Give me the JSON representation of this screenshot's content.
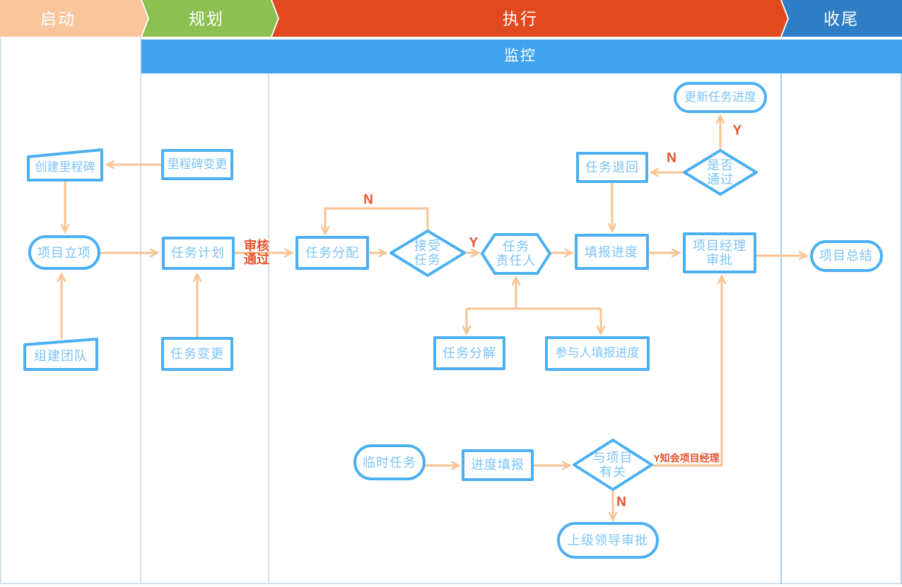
{
  "phases": {
    "initiation": "启动",
    "planning": "规划",
    "execution": "执行",
    "closing": "收尾",
    "monitoring": "监控"
  },
  "nodes": {
    "create_milestone": "创建里程碑",
    "milestone_change": "里程碑变更",
    "project_initiation": "项目立项",
    "build_team": "组建团队",
    "task_plan": "任务计划",
    "task_change": "任务变更",
    "task_assign": "任务分配",
    "accept_task": "接受\n任务",
    "task_owner": "任务\n责任人",
    "fill_progress": "填报进度",
    "pm_approval": "项目经理\n审批",
    "project_summary": "项目总结",
    "task_return": "任务退回",
    "pass_or_not": "是否\n通过",
    "update_progress": "更新任务进度",
    "task_breakdown": "任务分解",
    "participant_progress": "参与人填报进度",
    "temp_task": "临时任务",
    "progress_fill": "进度填报",
    "project_related": "与项目\n有关",
    "leader_approval": "上级领导审批"
  },
  "labels": {
    "review_pass": "审核\n通过",
    "n_accept": "N",
    "y_accept": "Y",
    "n_pass": "N",
    "y_pass": "Y",
    "y_notify": "Y知会项目经理",
    "n_related": "N"
  },
  "colors": {
    "phase_initiation": "#F9C59B",
    "phase_planning": "#8CC152",
    "phase_execution": "#E04A1E",
    "phase_closing": "#2F7EC5",
    "monitoring_bar": "#41A4F0",
    "node_border": "#4BAFF1",
    "node_text": "#7CC4F5",
    "arrow": "#F7C392",
    "red_label": "#E8512B",
    "lane_line": "#D5E2EA",
    "lane_line_blue": "#A6CDE9"
  }
}
